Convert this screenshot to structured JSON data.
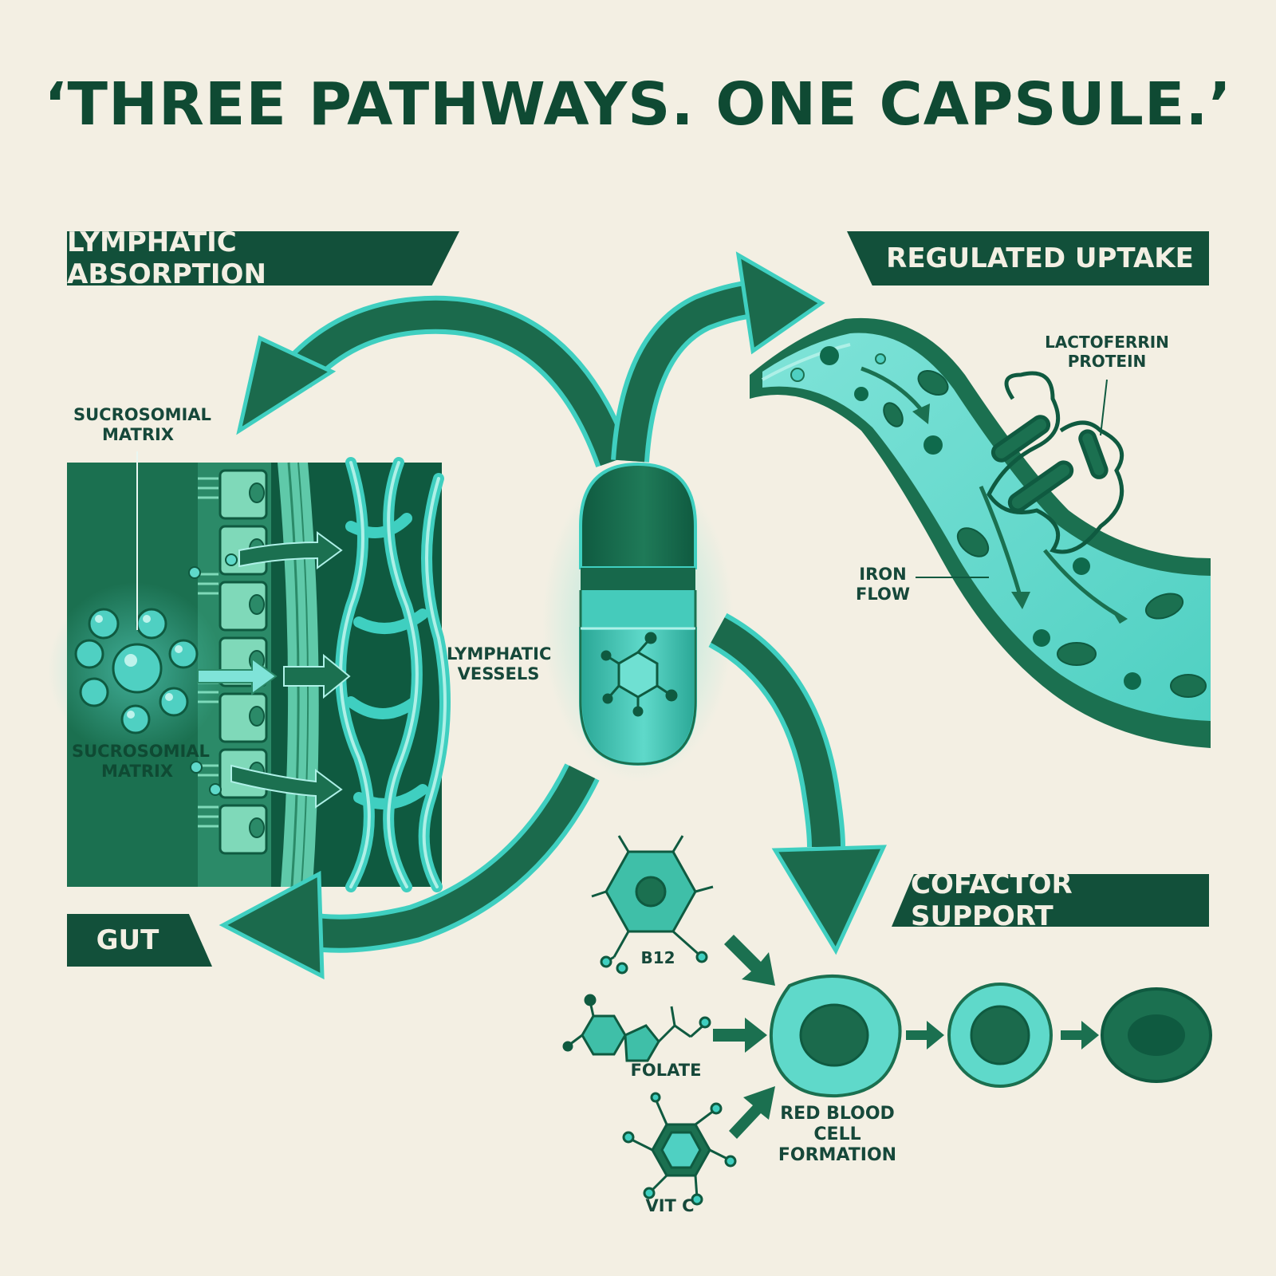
{
  "title": "‘THREE PATHWAYS. ONE CAPSULE.’",
  "banners": {
    "lymphatic": "LYMPHATIC ABSORPTION",
    "regulated": "REGULATED UPTAKE",
    "cofactor": "COFACTOR SUPPORT",
    "gut": "GUT"
  },
  "labels": {
    "sucrosomial_top": "SUCROSOMIAL\nMATRIX",
    "sucrosomial_mid": "SUCROSOMIAL\nMATRIX",
    "lymphatic_vessels": "LYMPHATIC\nVESSELS",
    "lactoferrin": "LACTOFERRIN\nPROTEIN",
    "iron_flow": "IRON\nFLOW",
    "b12": "B12",
    "folate": "FOLATE",
    "vitc": "VIT C",
    "rbc": "RED BLOOD\nCELL FORMATION"
  },
  "colors": {
    "dark_green": "#12503a",
    "teal": "#3fcfc0",
    "light_teal": "#8fe6dc",
    "background": "#f3efe3"
  }
}
